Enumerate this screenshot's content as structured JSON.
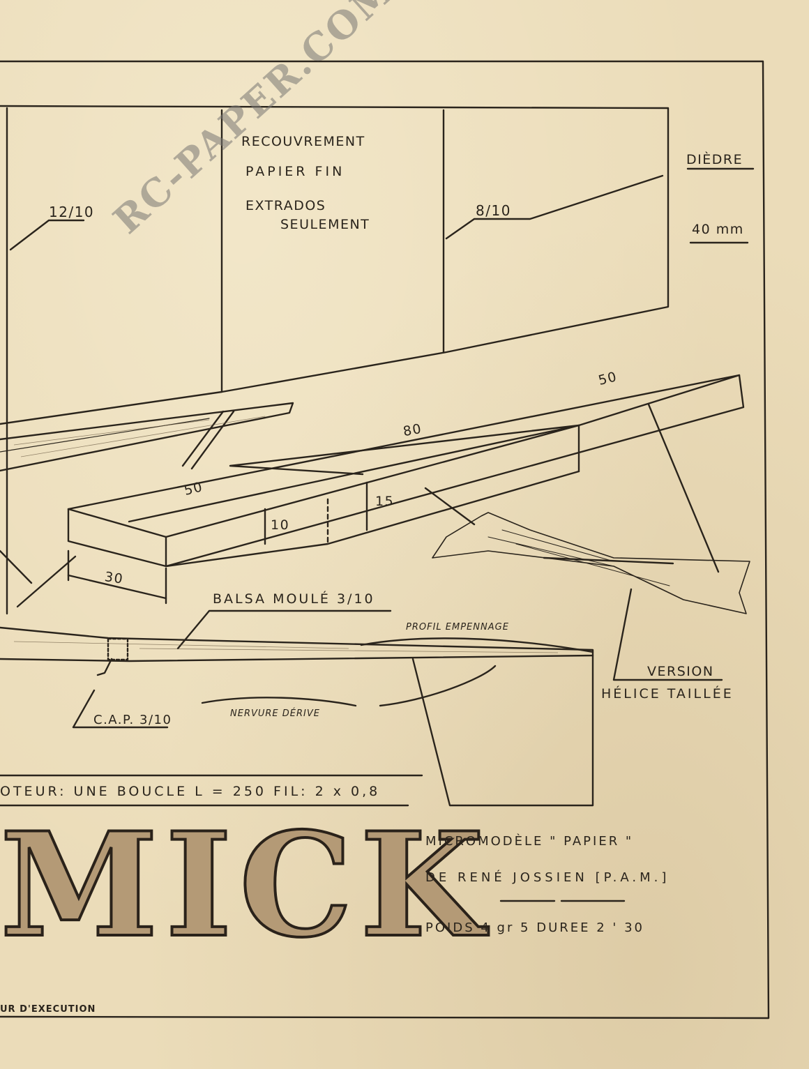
{
  "labels": {
    "covering_1": "RECOUVREMENT",
    "covering_2": "PAPIER FIN",
    "covering_3": "EXTRADOS",
    "covering_4": "SEULEMENT",
    "dihedral": "DIÈDRE",
    "dihedral_value": "40 mm",
    "spar_left": "12/10",
    "spar_right": "8/10",
    "dim_50_top": "50",
    "dim_80": "80",
    "dim_50_bottom": "50",
    "dim_15": "15",
    "dim_10": "10",
    "dim_30": "30",
    "balsa": "BALSA MOULÉ 3/10",
    "tail_profile": "PROFIL EMPENNAGE",
    "fin_rib": "NERVURE DÉRIVE",
    "cap": "C.A.P. 3/10",
    "version_1": "VERSION",
    "version_2": "HÉLICE TAILLÉE",
    "motor": "OTEUR: UNE BOUCLE L = 250 FIL: 2 x 0,8"
  },
  "title": {
    "name": "MICK",
    "line1": "MICROMODÈLE \" PAPIER \"",
    "line2": "DE RENÉ JOSSIEN [P.A.M.]",
    "line3": "POIDS 4 gr 5 DUREE 2 ' 30"
  },
  "footer": "UR D'EXECUTION",
  "watermark": "RC-PAPER.COM"
}
